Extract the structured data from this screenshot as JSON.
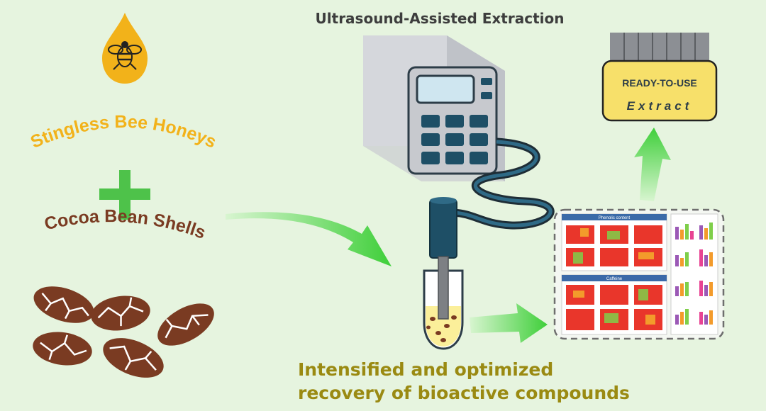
{
  "title": "Ultrasound-Assisted Extraction",
  "left": {
    "honey_label": "Stingless Bee Honeys",
    "cocoa_label": "Cocoa Bean Shells"
  },
  "product": {
    "line1": "READY-TO-USE",
    "line2": "Extract"
  },
  "results": {
    "panel_header_1": "Phenolic content",
    "panel_header_2": "Caffeine"
  },
  "caption": {
    "line1": "Intensified and optimized",
    "line2": "recovery of bioactive compounds"
  },
  "colors": {
    "background": "#e6f4df",
    "honey_orange": "#f2b21a",
    "cocoa_brown": "#7a3b22",
    "plus_green": "#4ec24a",
    "arrow_green": "#52d84a",
    "device_grey": "#cfd2d8",
    "device_blue": "#1e4f66",
    "tube_yellow": "#fbef9a",
    "product_yellow": "#f7e06a",
    "caption_olive": "#9a8a12"
  },
  "icons": [
    "honey-drop-bee-icon",
    "plus-icon",
    "cocoa-shell-icon",
    "ultrasound-device-icon",
    "probe-icon",
    "tube-icon",
    "extract-container-icon"
  ]
}
